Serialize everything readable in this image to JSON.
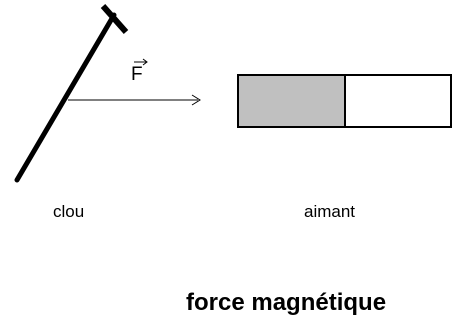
{
  "diagram": {
    "nail_label": "clou",
    "magnet_label": "aimant",
    "force_symbol": "F",
    "caption": "force magnétique",
    "colors": {
      "magnet_shaded_pole": "#c0c0c0",
      "magnet_plain_pole": "#ffffff",
      "lines": "#000000"
    }
  }
}
